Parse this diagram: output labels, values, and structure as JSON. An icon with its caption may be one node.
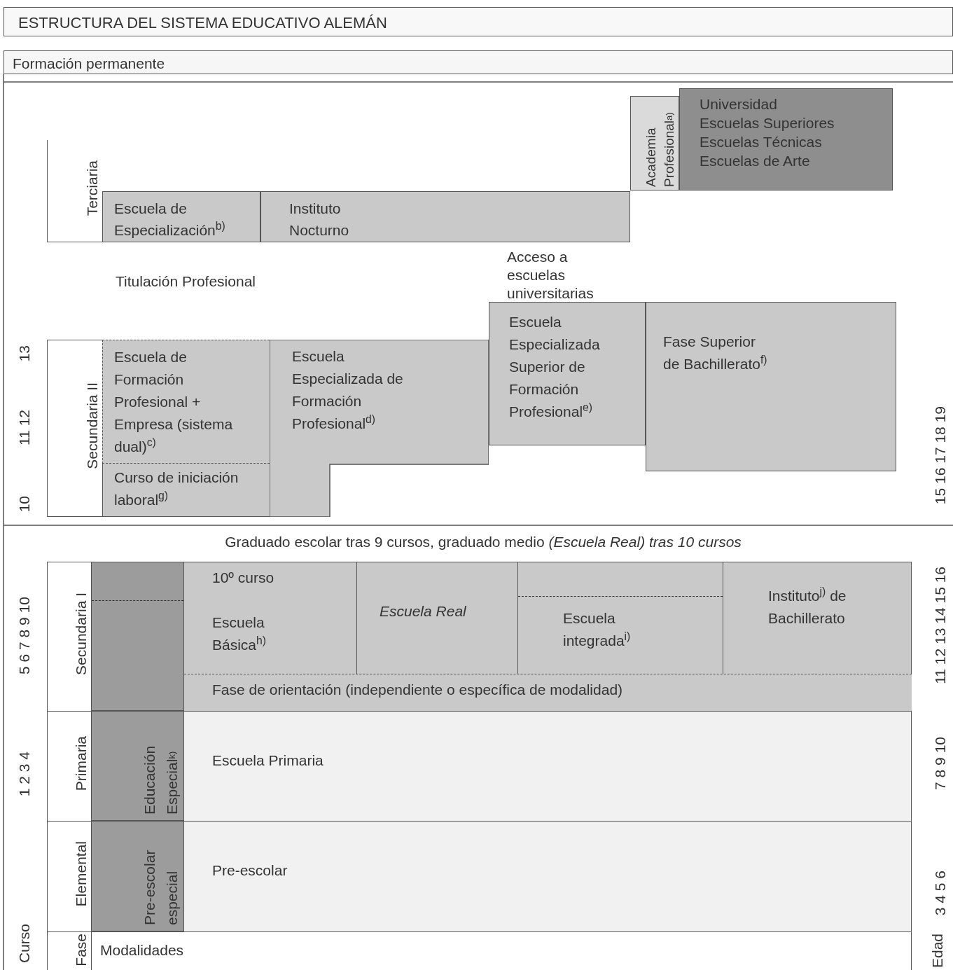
{
  "diagram": {
    "title": "ESTRUCTURA DEL SISTEMA EDUCATIVO ALEMÁN",
    "nodes": [
      {
        "text": [
          "Formación permanente"
        ]
      },
      {
        "text": [
          "Terciaria"
        ]
      },
      {
        "text": [
          "Academia Profesional$^{a)}$"
        ]
      },
      {
        "text": [
          "Universidad",
          "Escuelas Superiores",
          "Escuelas Técnicas",
          "Escuelas de Arte"
        ]
      },
      {
        "text": [
          "Escuela de Especialización$^{b)}$"
        ]
      },
      {
        "text": [
          "Instituto Nocturno"
        ]
      },
      {
        "text": [
          "Secundaria II"
        ]
      },
      {
        "text": [
          "Escuela de Formación Profesional + Empresa (sistema dual)$^{c)}$"
        ]
      },
      {
        "text": [
          "Curso de iniciación laboral$^{g)}$"
        ]
      },
      {
        "text": [
          "Escuela Especializada de Formación Profesional$^{d)}$"
        ]
      },
      {
        "text": [
          "Escuela Especializada Superior de Formación Profesional$^{e)}$"
        ]
      },
      {
        "text": [
          "Fase Superior de Bachillerato$^{f)}$"
        ]
      },
      {
        "text": [
          "Secundaria I"
        ]
      },
      {
        "text": [],
        "shape": "box"
      },
      {
        "text": [
          "10º curso"
        ]
      },
      {
        "text": [
          "Escuela Básica$^{h)}$"
        ]
      },
      {
        "text": [
          "Escuela Real"
        ]
      },
      {
        "text": [
          "Escuela integrada$^{i)}$"
        ]
      },
      {
        "text": [
          "Instituto$^{j)}$ de Bachillerato"
        ]
      },
      {
        "text": [
          "Fase de orientación (independiente o específica de modalidad)"
        ]
      },
      {
        "text": [
          "Primaria"
        ]
      },
      {
        "text": [
          "Educación Especial$^{k)}$"
        ]
      },
      {
        "text": [
          "Escuela Primaria"
        ]
      },
      {
        "text": [
          "Elemental"
        ]
      },
      {
        "text": [
          "Pre-escolar especial"
        ]
      },
      {
        "text": [
          "Pre-escolar"
        ]
      },
      {
        "text": [
          "Fase"
        ]
      },
      {
        "text": [
          "Modalidades"
        ]
      }
    ],
    "labels": [
      "Titulación Profesional",
      "Acceso a escuelas universitarias",
      "13",
      "11 12",
      "10",
      "15 16 17 18 19",
      "Graduado escolar tras 9 cursos, graduado medio *(Escuela Real) tras 10 cursos*",
      "5 6 7 8 9 10",
      "11 12 13 14 15 16",
      "1 2 3 4",
      "7 8 9 10",
      "3 4 5 6",
      "Curso",
      "Edad"
    ]
  }
}
